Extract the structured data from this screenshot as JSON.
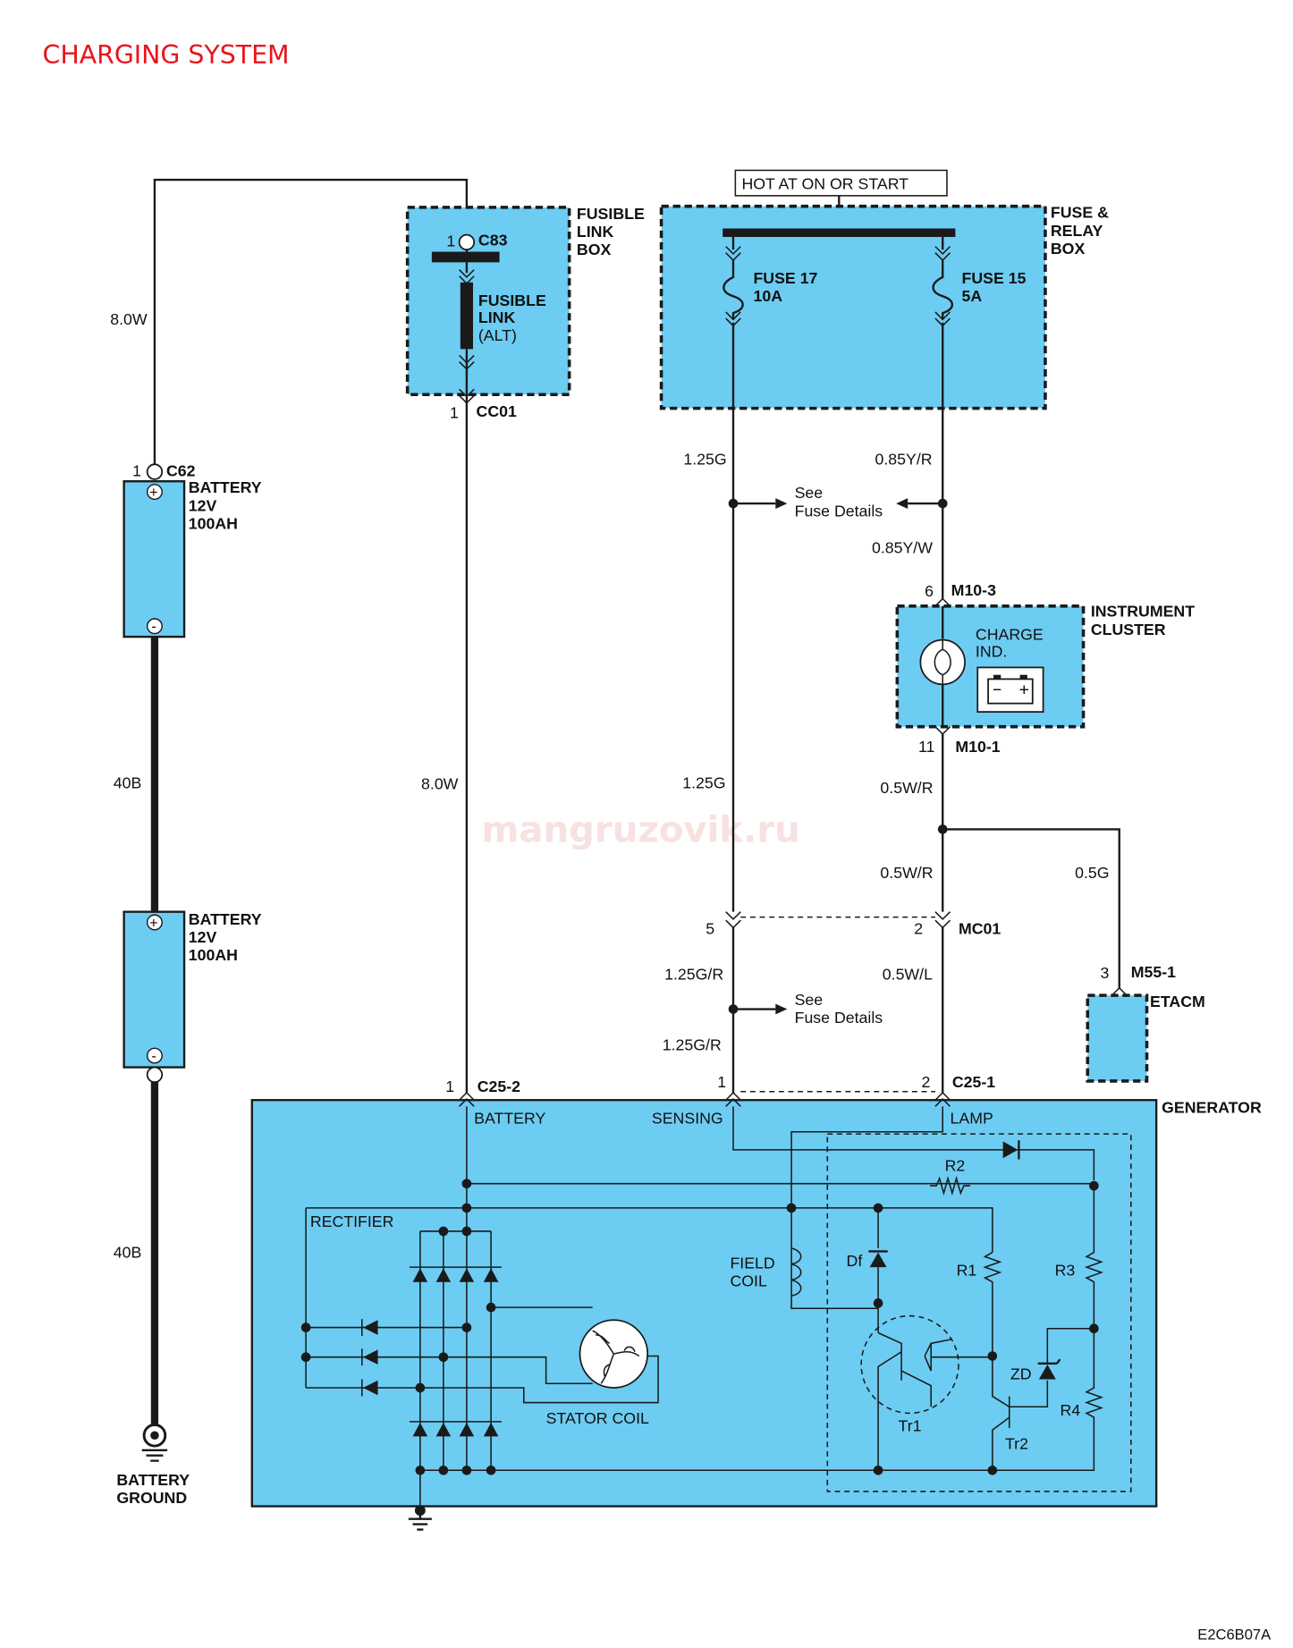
{
  "title": "CHARGING SYSTEM",
  "ref_code": "E2C6B07A",
  "watermark": "mangruzovik.ru",
  "colors": {
    "title": "#e8141b",
    "component_fill": "#6dccf2",
    "line": "#1a1a1a"
  },
  "components": {
    "fusible_link_box": {
      "title_lines": [
        "FUSIBLE",
        "LINK",
        "BOX"
      ],
      "connector": "C83",
      "pin": "1",
      "link_lines": [
        "FUSIBLE",
        "LINK"
      ],
      "link_note": "(ALT)",
      "out_pin": "1",
      "out_connector": "CC01"
    },
    "fuse_relay_box": {
      "title_lines": [
        "FUSE &",
        "RELAY",
        "BOX"
      ],
      "hot_label": "HOT AT ON OR START",
      "fuse17": {
        "name": "FUSE 17",
        "rating": "10A"
      },
      "fuse15": {
        "name": "FUSE 15",
        "rating": "5A"
      }
    },
    "battery1": {
      "connector": "C62",
      "pin": "1",
      "lines": [
        "BATTERY",
        "12V",
        "100AH"
      ],
      "plus": "+",
      "minus": "-"
    },
    "battery2": {
      "lines": [
        "BATTERY",
        "12V",
        "100AH"
      ],
      "plus": "+",
      "minus": "-"
    },
    "battery_ground": {
      "lines": [
        "BATTERY",
        "GROUND"
      ]
    },
    "instrument_cluster": {
      "title_lines": [
        "INSTRUMENT",
        "CLUSTER"
      ],
      "lamp_lines": [
        "CHARGE",
        "IND."
      ],
      "in_pin": "6",
      "in_connector": "M10-3",
      "out_pin": "11",
      "out_connector": "M10-1"
    },
    "etacm": {
      "name": "ETACM",
      "pin": "3",
      "connector": "M55-1"
    },
    "generator": {
      "name": "GENERATOR",
      "terminals": {
        "battery": "BATTERY",
        "sensing": "SENSING",
        "lamp": "LAMP"
      },
      "connectors": {
        "c25_2": "C25-2",
        "c25_1": "C25-1",
        "pin_batt": "1",
        "pin_sense": "1",
        "pin_lamp": "2"
      },
      "internal": {
        "rectifier": "RECTIFIER",
        "stator_coil": "STATOR COIL",
        "field_coil_lines": [
          "FIELD",
          "COIL"
        ],
        "df": "Df",
        "r1": "R1",
        "r2": "R2",
        "r3": "R3",
        "r4": "R4",
        "zd": "ZD",
        "tr1": "Tr1",
        "tr2": "Tr2"
      }
    }
  },
  "wires": {
    "batt_to_fusible": "8.0W",
    "batt_series_1": "40B",
    "batt_ground": "40B",
    "fusible_to_gen": "8.0W",
    "fuse17_out": "1.25G",
    "fuse17_to_mc01": "1.25G",
    "mc01_to_gen_sense_a": "1.25G/R",
    "mc01_to_gen_sense_b": "1.25G/R",
    "fuse15_out": "0.85Y/R",
    "fuse15_to_cluster": "0.85Y/W",
    "cluster_to_junction": "0.5W/R",
    "junction_to_mc01": "0.5W/R",
    "mc01_to_gen_lamp": "0.5W/L",
    "junction_to_etacm": "0.5G"
  },
  "mc01": {
    "connector": "MC01",
    "pin_left": "5",
    "pin_right": "2"
  },
  "see_fuse_details": [
    "See",
    "Fuse Details"
  ]
}
